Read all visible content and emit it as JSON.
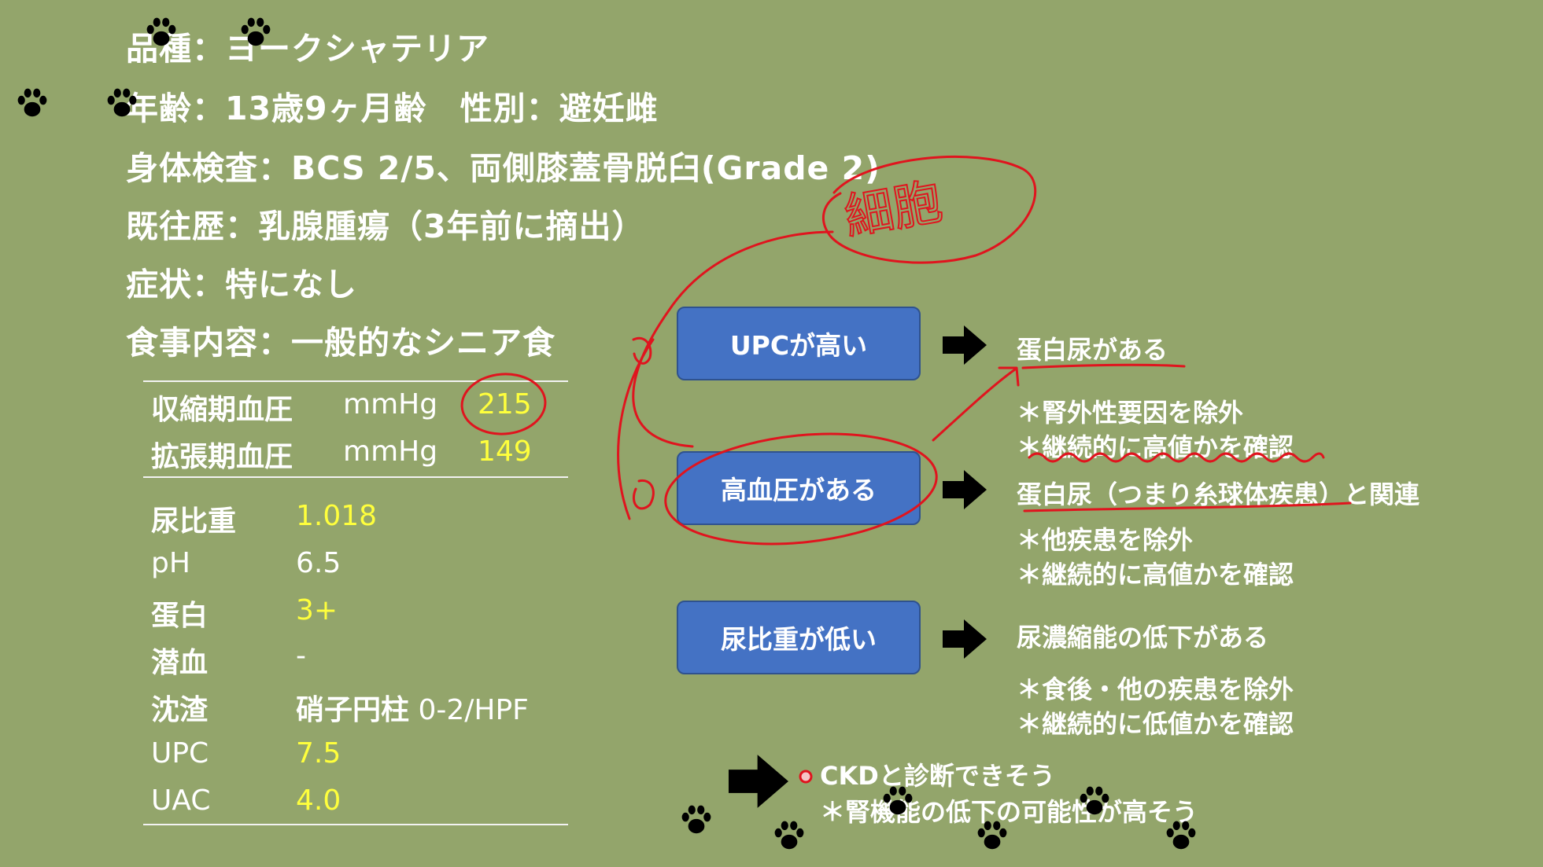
{
  "info": {
    "breed": "品種：ヨークシャテリア",
    "age_sex": "年齢：13歳9ヶ月齢　性別：避妊雌",
    "exam": "身体検査：BCS 2/5、両側膝蓋骨脱臼(Grade 2)",
    "history": "既往歴：乳腺腫瘍（3年前に摘出）",
    "symptoms": "症状：特になし",
    "diet": "食事内容：一般的なシニア食"
  },
  "bp": [
    {
      "label": "収縮期血圧",
      "unit": "mmHg",
      "value": "215"
    },
    {
      "label": "拡張期血圧",
      "unit": "mmHg",
      "value": "149"
    }
  ],
  "urine": [
    {
      "label": "尿比重",
      "value": "1.018"
    },
    {
      "label": "pH",
      "value": "6.5"
    },
    {
      "label": "蛋白",
      "value": "3+"
    },
    {
      "label": "潜血",
      "value": "-"
    },
    {
      "label": "沈渣",
      "value_bold": "硝子円柱",
      "value": " 0-2/HPF"
    },
    {
      "label": "UPC",
      "value": "7.5"
    },
    {
      "label": "UAC",
      "value": "4.0"
    }
  ],
  "flow": [
    {
      "box": "UPCが高い",
      "result": "蛋白尿がある",
      "notes": [
        "＊腎外性要因を除外",
        "＊継続的に高値かを確認"
      ]
    },
    {
      "box": "高血圧がある",
      "result": "蛋白尿（つまり糸球体疾患）と関連",
      "notes": [
        "＊他疾患を除外",
        "＊継続的に高値かを確認"
      ]
    },
    {
      "box": "尿比重が低い",
      "result": "尿濃縮能の低下がある",
      "notes": [
        "＊食後・他の疾患を除外",
        "＊継続的に低値かを確認"
      ]
    }
  ],
  "conclusion": {
    "main": "CKDと診断できそう",
    "note": "＊腎機能の低下の可能性が高そう"
  },
  "handwriting": "細胞",
  "colors": {
    "background": "#93a56b",
    "box": "#4472c4",
    "highlight": "#ffff3c",
    "annotation": "#e0141e"
  },
  "icons": [
    "paw-icon",
    "arrow-right-icon"
  ]
}
